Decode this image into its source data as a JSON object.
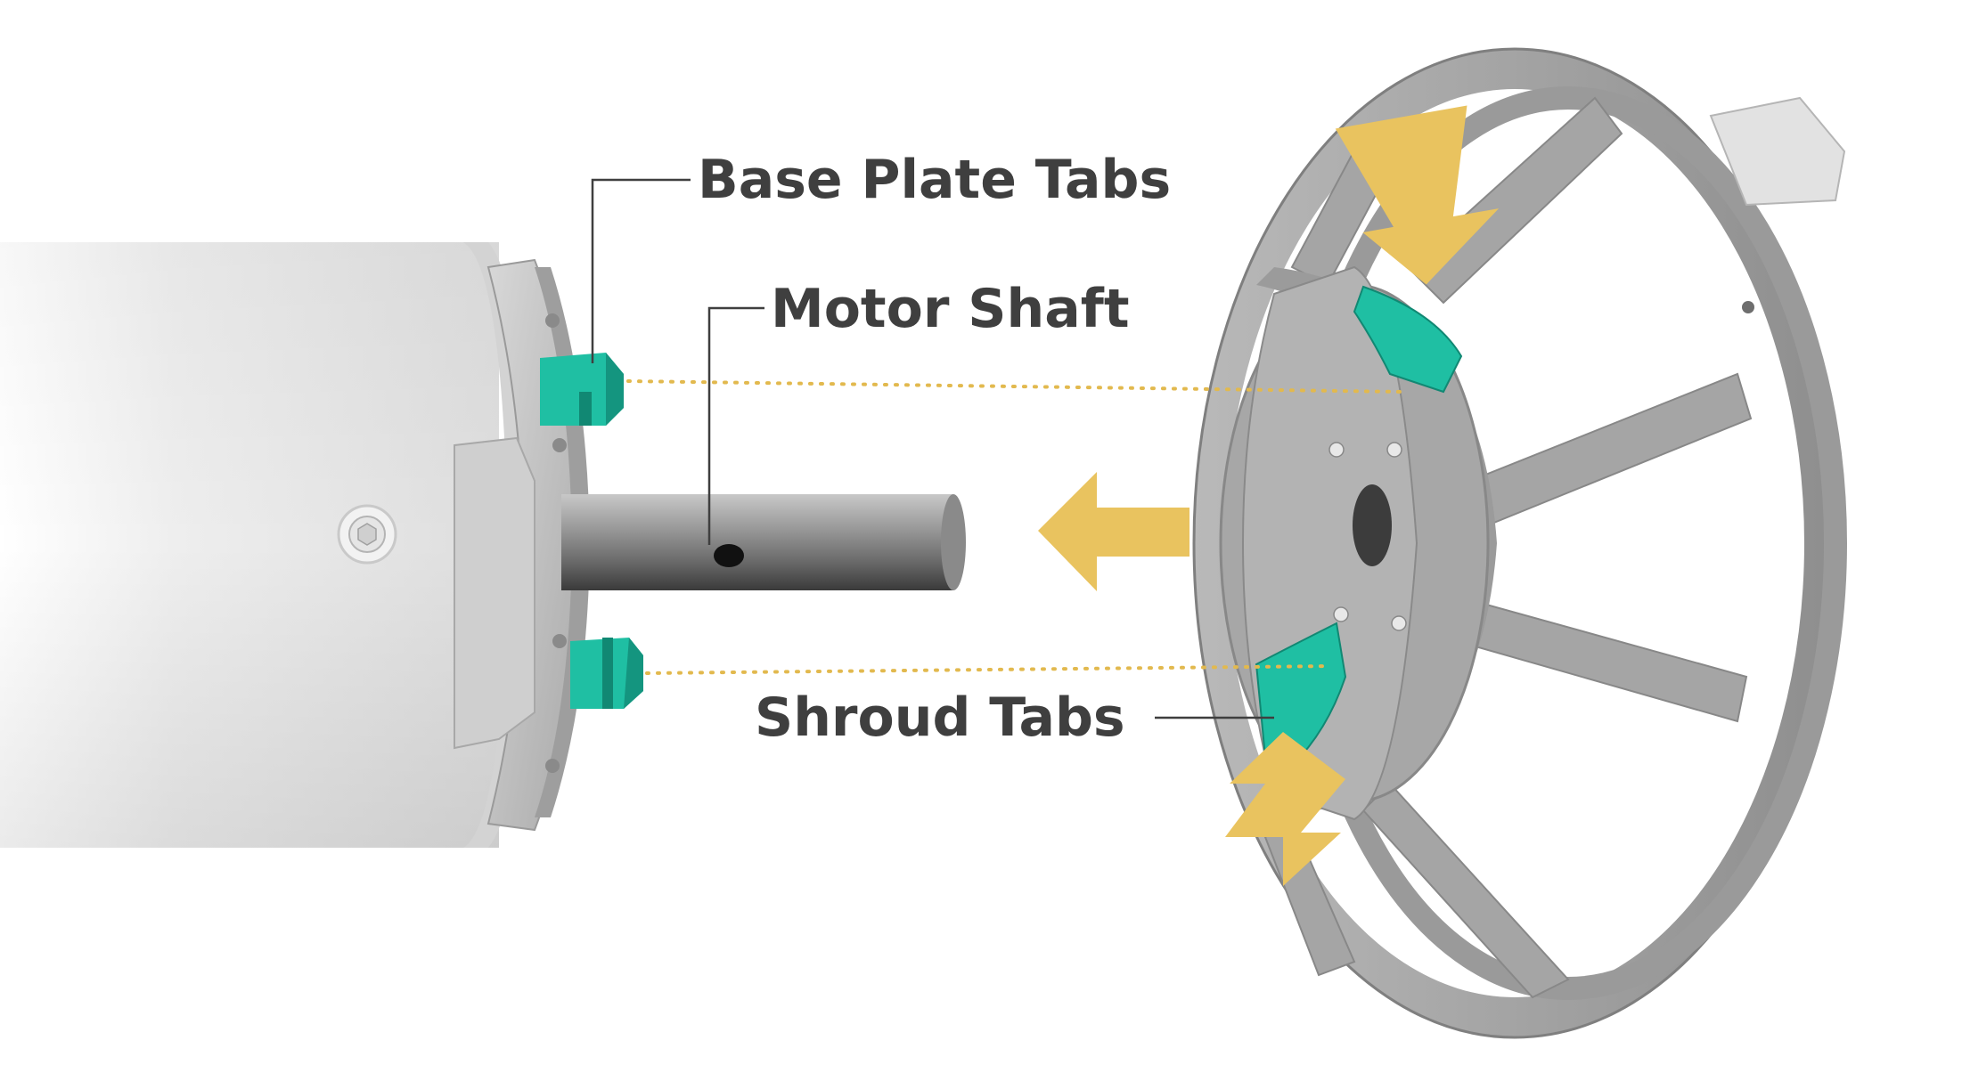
{
  "labels": {
    "base_plate_tabs": "Base Plate Tabs",
    "motor_shaft": "Motor Shaft",
    "shroud_tabs": "Shroud Tabs"
  },
  "colors": {
    "tab_teal": "#1fbfa3",
    "arrow_yellow": "#e9c35f",
    "shroud_gray": "#a3a3a3",
    "motor_body": "#e4e4e4",
    "label_text": "#3f3f3f",
    "dotted_line": "#e2b94e"
  },
  "icons": {
    "assembly_arrow": "left-arrow-icon",
    "press_arrows": [
      "down-arrow-icon",
      "up-arrow-icon"
    ]
  }
}
